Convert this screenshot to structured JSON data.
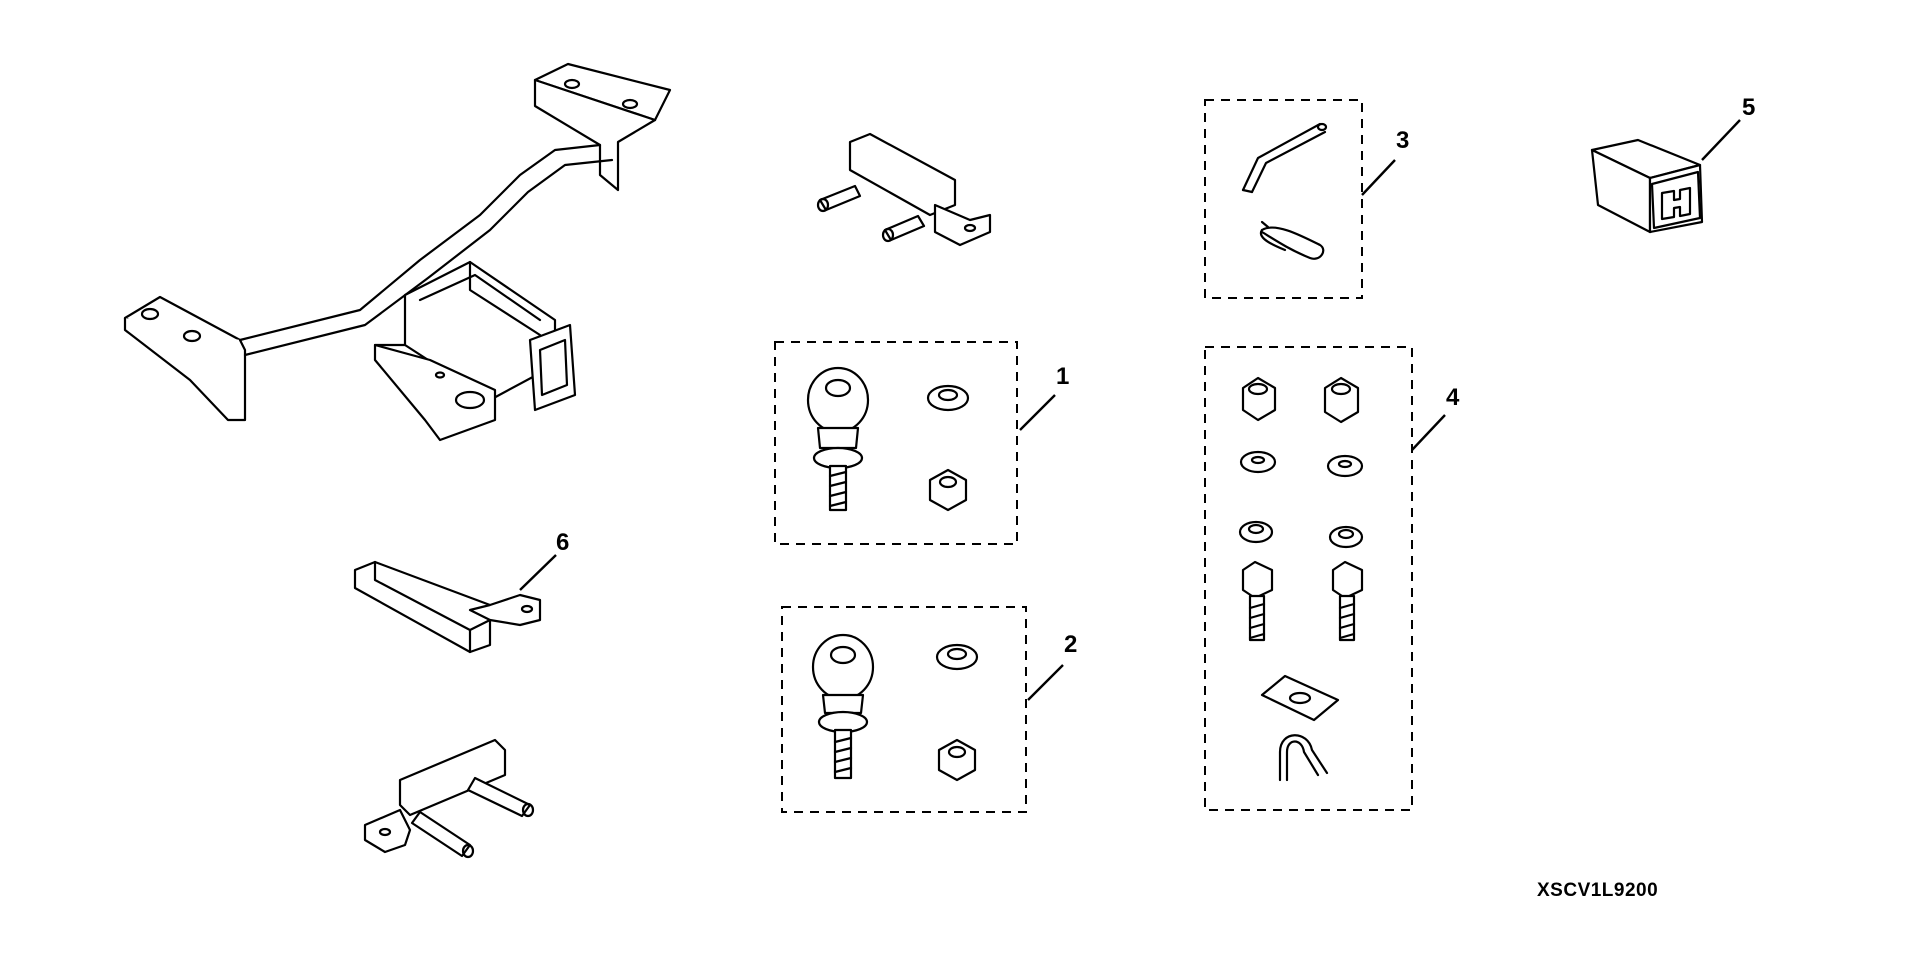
{
  "diagram": {
    "code": "XSCV1L9200",
    "callouts": [
      {
        "id": "1",
        "label": "1"
      },
      {
        "id": "2",
        "label": "2"
      },
      {
        "id": "3",
        "label": "3"
      },
      {
        "id": "4",
        "label": "4"
      },
      {
        "id": "5",
        "label": "5"
      },
      {
        "id": "6",
        "label": "6"
      }
    ],
    "parts": [
      "hitch-receiver-frame",
      "mounting-bracket-right",
      "mounting-bracket-left",
      "drawbar-6",
      "ball-mount-kit-1",
      "ball-mount-kit-2",
      "pin-and-clip-kit-3",
      "hardware-kit-4",
      "receiver-cap-5"
    ]
  }
}
